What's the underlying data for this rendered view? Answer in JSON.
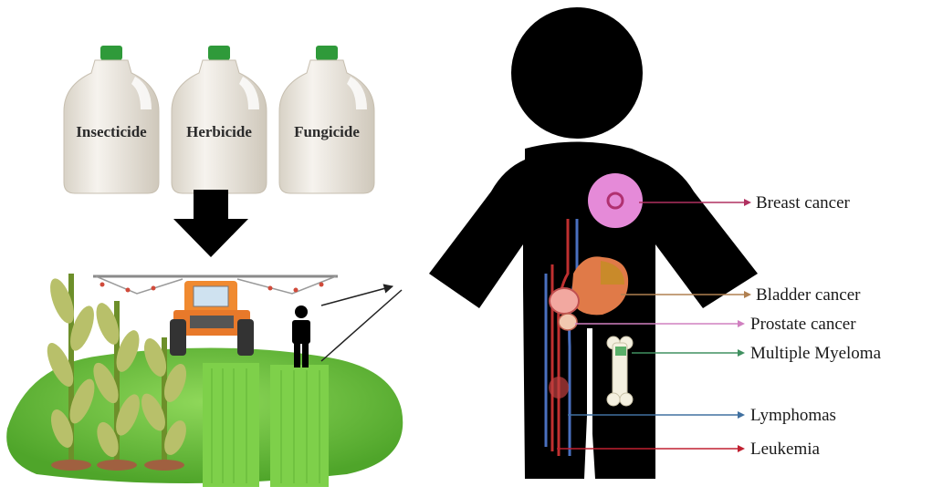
{
  "containers": [
    {
      "label": "Insecticide"
    },
    {
      "label": "Herbicide"
    },
    {
      "label": "Fungicide"
    }
  ],
  "diseases": [
    {
      "label": "Breast cancer",
      "color": "#b03060"
    },
    {
      "label": "Bladder cancer",
      "color": "#b08050"
    },
    {
      "label": "Prostate cancer",
      "color": "#d080c0"
    },
    {
      "label": "Multiple  Myeloma",
      "color": "#409060"
    },
    {
      "label": "Lymphomas",
      "color": "#4070a0"
    },
    {
      "label": "Leukemia",
      "color": "#c02030"
    }
  ],
  "colors": {
    "silhouette": "#000000",
    "grass": "#6cc83a",
    "cap": "#2f9a3a",
    "tractor": "#e8792a"
  }
}
